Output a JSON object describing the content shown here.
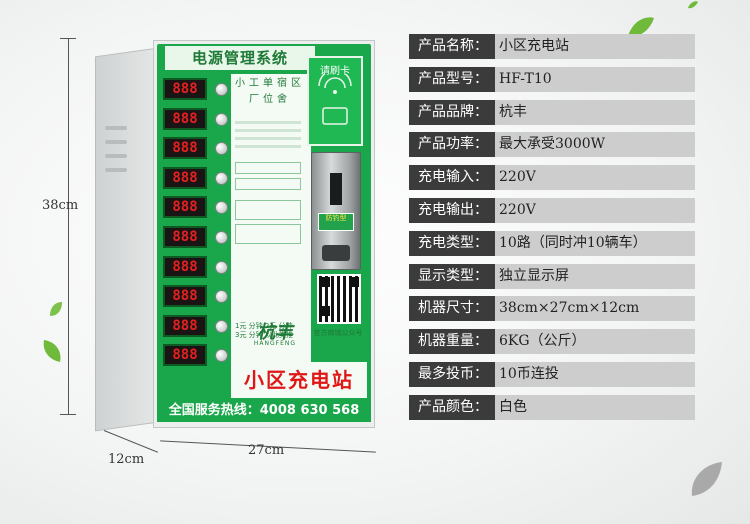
{
  "dimensions": {
    "height": "38cm",
    "width": "27cm",
    "depth": "12cm"
  },
  "machine": {
    "system_title": "电源管理系统",
    "panel_tags": "小工单宿区厂位舍",
    "card_label": "请刷卡",
    "coin_badge": "防钓型",
    "fee_lines": [
      "1元  分钟  2元  分钟",
      "3元  分钟  以此类推"
    ],
    "brand_cn": "杭丰",
    "brand_en": "HANGFENG",
    "qr_caption": "官方商城公众号",
    "product_sign": "小区充电站",
    "hotline": "全国服务热线：4008 630 568",
    "display_digits": "888",
    "slot_count": 10
  },
  "specs": [
    {
      "key": "产品名称：",
      "value": "小区充电站"
    },
    {
      "key": "产品型号：",
      "value": "HF-T10"
    },
    {
      "key": "产品品牌：",
      "value": "杭丰"
    },
    {
      "key": "产品功率：",
      "value": "最大承受3000W"
    },
    {
      "key": "充电输入：",
      "value": "220V"
    },
    {
      "key": "充电输出：",
      "value": "220V"
    },
    {
      "key": "充电类型：",
      "value": "10路（同时冲10辆车）"
    },
    {
      "key": "显示类型：",
      "value": "独立显示屏"
    },
    {
      "key": "机器尺寸：",
      "value": "38cm×27cm×12cm"
    },
    {
      "key": "机器重量：",
      "value": "6KG（公斤）"
    },
    {
      "key": "最多投币：",
      "value": "10币连投"
    },
    {
      "key": "产品颜色：",
      "value": "白色"
    }
  ],
  "colors": {
    "face_green": "#1aa64a",
    "sign_red": "#e01717",
    "label_dark": "#3b3b3b",
    "value_gray": "#cdcdcd"
  }
}
